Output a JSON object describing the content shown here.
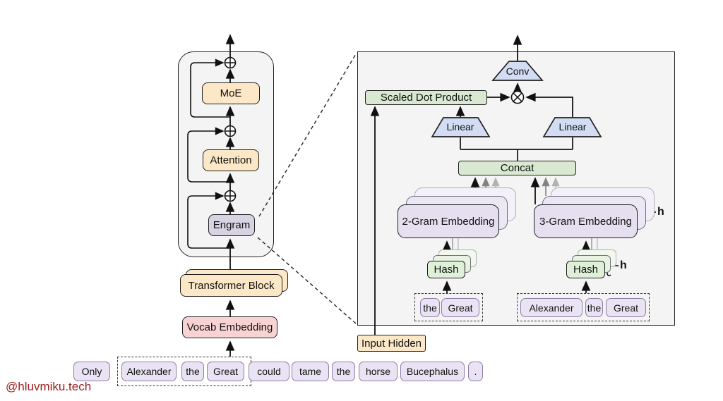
{
  "watermark": "@hluvmiku.tech",
  "colors": {
    "peach": "#fce8c6",
    "pink": "#f9d3d3",
    "lavender": "#d8d3e3",
    "token_fill": "#eae3f4",
    "token_border": "#8d7ca6",
    "green": "#d9e9d1",
    "blue": "#d2dcf2",
    "embedding_purple": "#e6dff0",
    "panel_gray": "#f4f4f5",
    "watermark_red": "#9b1c1c"
  },
  "transformer_stack": {
    "moe": "MoE",
    "attention": "Attention",
    "engram": "Engram",
    "transformer_block": "Transformer Block",
    "vocab_embedding": "Vocab Embedding"
  },
  "engram_detail": {
    "conv": "Conv",
    "scaled_dot_product": "Scaled Dot Product",
    "linear_left": "Linear",
    "linear_right": "Linear",
    "concat": "Concat",
    "two_gram_embedding": "2-Gram Embedding",
    "three_gram_embedding": "3-Gram Embedding",
    "hash_left": "Hash",
    "hash_right": "Hash",
    "h_label_embedding": "h",
    "h_label_hash": "h",
    "bigram_tokens": [
      "the",
      "Great"
    ],
    "trigram_tokens": [
      "Alexander",
      "the",
      "Great"
    ]
  },
  "input_hidden_label": "Input Hidden",
  "sentence_tokens": [
    "Only",
    "Alexander",
    "the",
    "Great",
    "could",
    "tame",
    "the",
    "horse",
    "Bucephalus",
    "."
  ]
}
